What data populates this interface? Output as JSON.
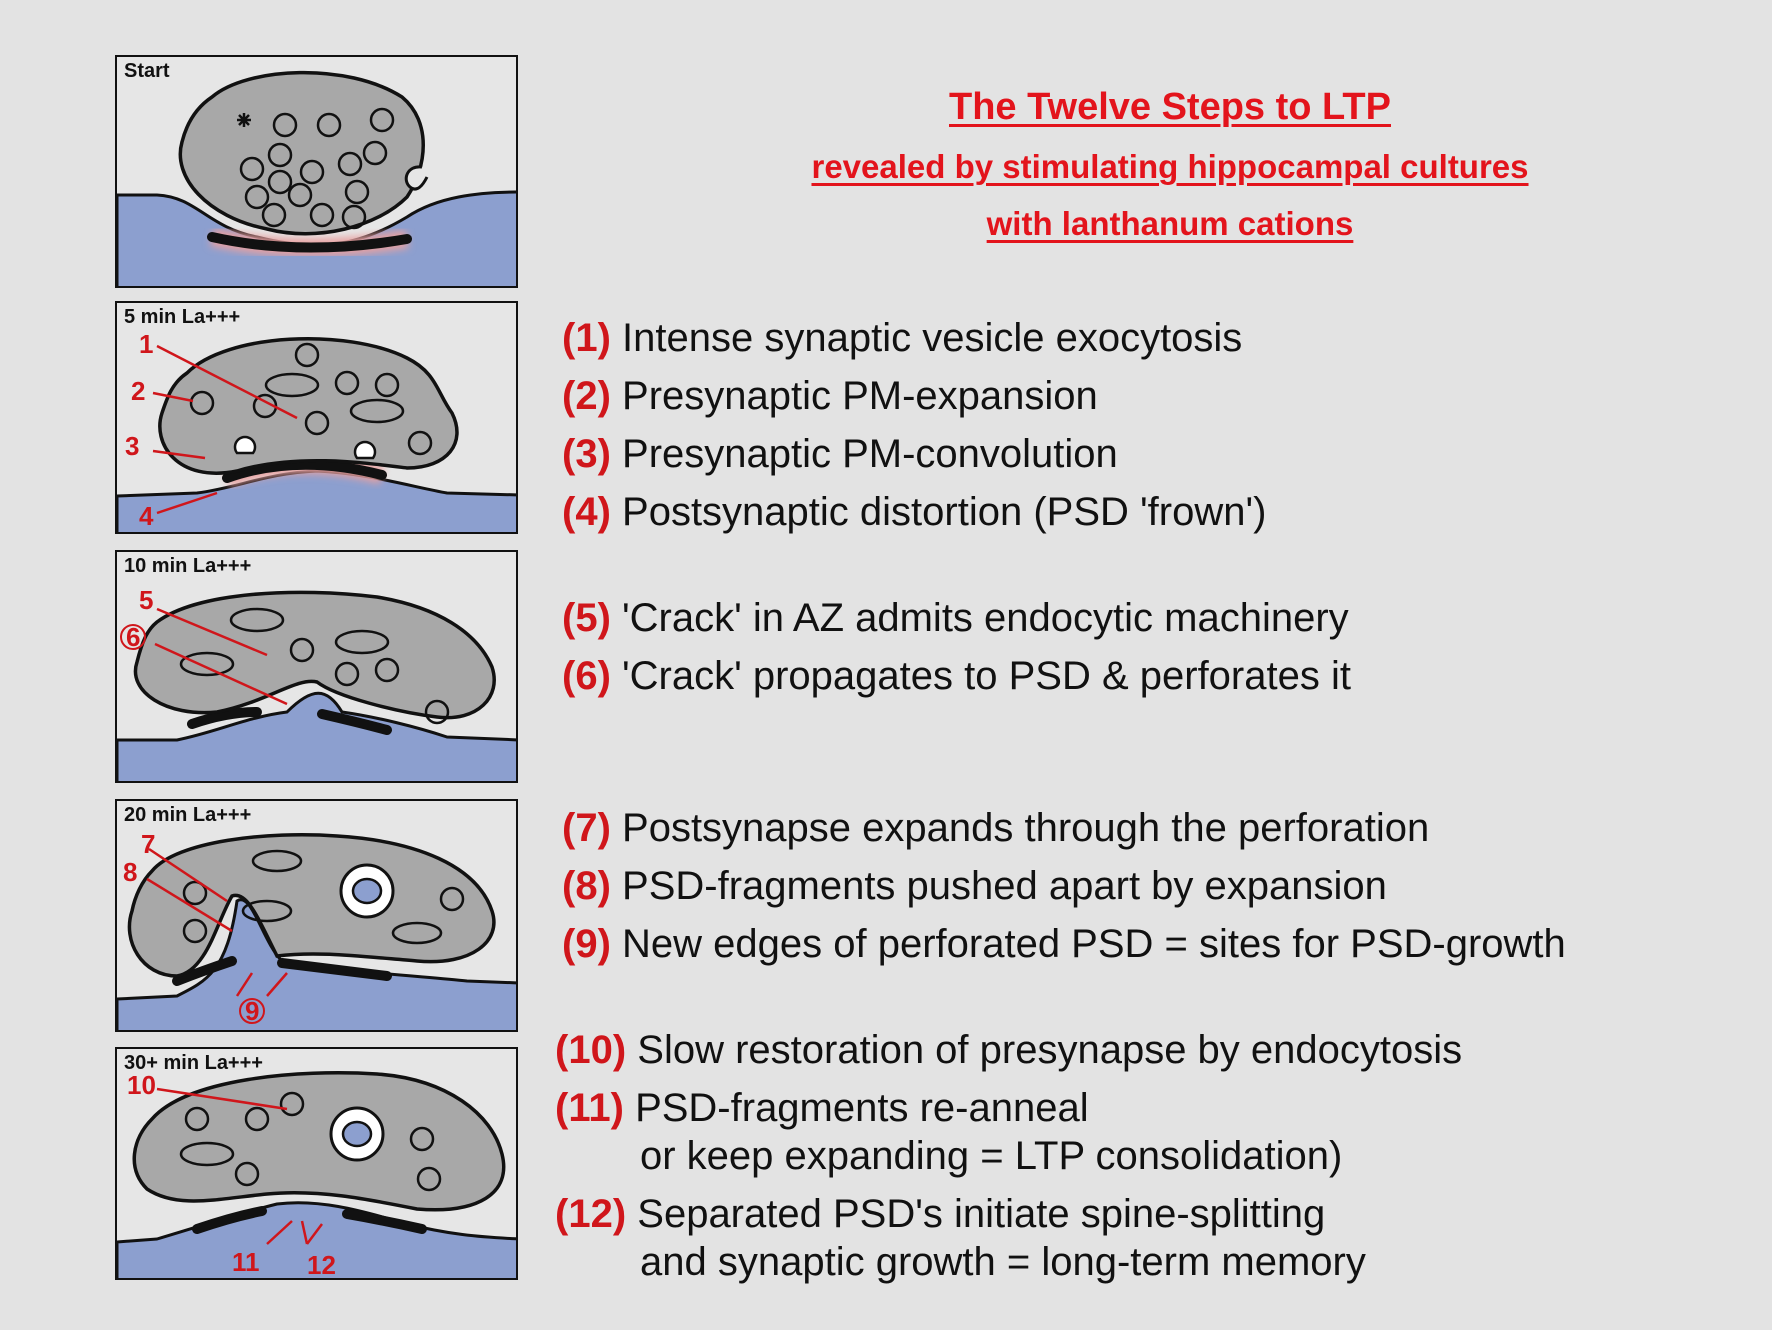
{
  "title": {
    "line1": "The Twelve Steps to LTP",
    "line2": "revealed by stimulating hippocampal cultures",
    "line3": "with  lanthanum cations"
  },
  "panels": [
    {
      "label": "Start"
    },
    {
      "label": "5 min La+++",
      "markers": [
        "1",
        "2",
        "3",
        "4"
      ]
    },
    {
      "label": "10 min La+++",
      "markers": [
        "5",
        "6"
      ]
    },
    {
      "label": "20 min La+++",
      "markers": [
        "7",
        "8",
        "9"
      ]
    },
    {
      "label": "30+ min La+++",
      "markers": [
        "10",
        "11",
        "12"
      ]
    }
  ],
  "steps": [
    {
      "num": "(1)",
      "text": "Intense synaptic vesicle exocytosis"
    },
    {
      "num": "(2)",
      "text": "Presynaptic PM-expansion"
    },
    {
      "num": "(3)",
      "text": "Presynaptic PM-convolution"
    },
    {
      "num": "(4)",
      "text": "Postsynaptic distortion (PSD 'frown')"
    },
    {
      "num": "(5)",
      "text": "'Crack' in AZ admits endocytic machinery"
    },
    {
      "num": "(6)",
      "text": "'Crack' propagates to PSD & perforates it"
    },
    {
      "num": "(7)",
      "text": "Postsynapse expands through the perforation"
    },
    {
      "num": "(8)",
      "text": "PSD-fragments pushed apart by expansion"
    },
    {
      "num": "(9)",
      "text": "New edges of perforated PSD = sites for PSD-growth"
    },
    {
      "num": "(10)",
      "text": "Slow restoration of presynapse by endocytosis"
    },
    {
      "num": "(11)",
      "text": "PSD-fragments re-anneal",
      "cont": "or keep expanding = LTP consolidation)"
    },
    {
      "num": "(12)",
      "text": "Separated PSD's initiate spine-splitting",
      "cont": "and synaptic growth =  long-term memory"
    }
  ],
  "colors": {
    "accent_red": "#d0161b",
    "postsynapse_blue": "#8c9fcf",
    "presynapse_grey": "#a8a8a8",
    "background": "#e3e3e3"
  }
}
